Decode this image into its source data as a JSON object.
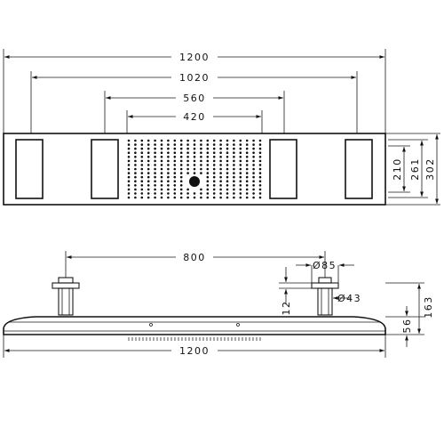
{
  "dimensions": {
    "top_width": "1200",
    "outer_nozzle_span": "1020",
    "inner_nozzle_span": "560",
    "spray_field_width": "420",
    "depth_210": "210",
    "depth_261": "261",
    "depth_302": "302",
    "arm_spacing": "800",
    "arm_diameter_outer": "Ø85",
    "arm_diameter_inner": "Ø43",
    "flange_height": "12",
    "body_height": "56",
    "total_height": "163",
    "bottom_width": "1200"
  },
  "colors": {
    "line": "#1a1a1a",
    "background": "#ffffff"
  }
}
